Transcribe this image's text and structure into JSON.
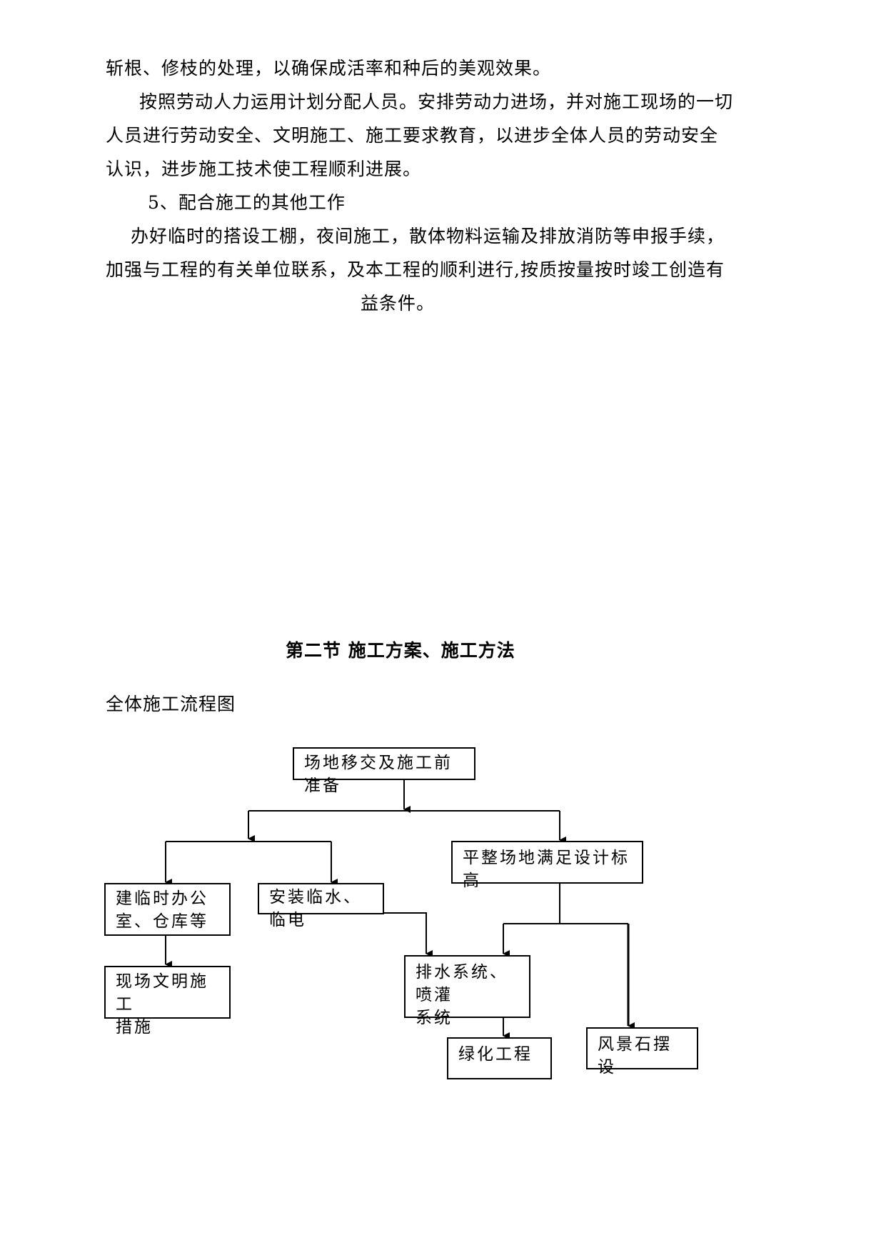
{
  "paragraphs": {
    "p1_line1": "斩根、修枝的处理，以确保成活率和种后的美观效果。",
    "p2_line1": "按照劳动人力运用计划分配人员。安排劳动力进场，并对施工现场的一切",
    "p2_line2": "人员进行劳动安全、文明施工、施工要求教育，以进步全体人员的劳动安全",
    "p2_line3": "认识，进步施工技术使工程顺利进展。",
    "item5_title": "5、配合施工的其他工作",
    "p3_line1": "办好临时的搭设工棚，夜间施工，散体物料运输及排放消防等申报手续，",
    "p3_line2": "加强与工程的有关单位联系，及本工程的顺利进行,按质按量按时竣工创造有",
    "p3_line3": "益条件。"
  },
  "section": {
    "title": "第二节  施工方案、施工方法",
    "flow_caption": "全体施工流程图"
  },
  "flowchart": {
    "site_handover": "场地移交及施工前准备",
    "leveling_line1": "平整场地满足设计标高",
    "temp_office_line1": "建临时办公",
    "temp_office_line2": "室、仓库等",
    "water_power": "安装临水、临电",
    "civilized_line1": "现场文明施工",
    "civilized_line2": "措施",
    "drainage_line1": "排水系统、喷灌",
    "drainage_line2": "系统",
    "greening": "绿化工程",
    "landscape_stone": "风景石摆设"
  }
}
